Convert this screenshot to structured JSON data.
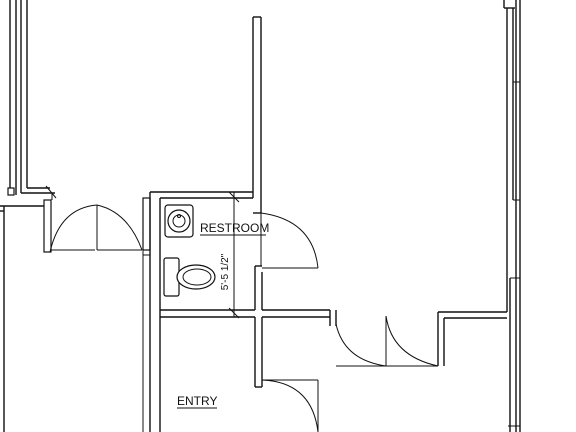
{
  "rooms": {
    "restroom": {
      "label": "RESTROOM"
    },
    "entry": {
      "label": "ENTRY"
    }
  },
  "dimensions": {
    "restroom_depth": "5'-5 1/2\""
  },
  "colors": {
    "line": "#111111",
    "background": "#ffffff"
  }
}
